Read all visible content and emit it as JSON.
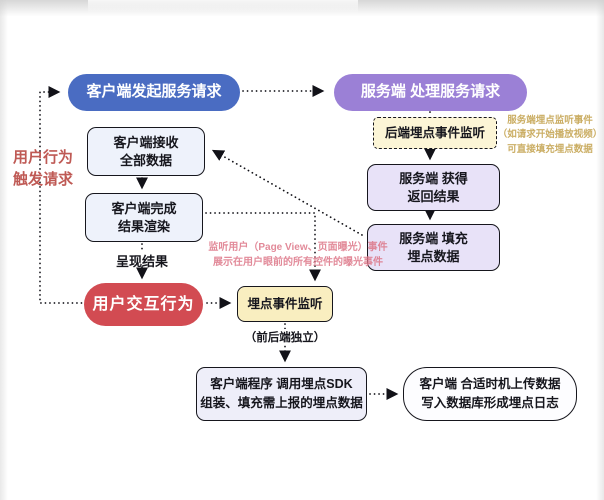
{
  "nodes": {
    "client_request": {
      "label": "客户端发起服务请求"
    },
    "server_process": {
      "label": "服务端 处理服务请求"
    },
    "backend_listener": {
      "label": "后端埋点事件监听"
    },
    "server_result": {
      "line1": "服务端 获得",
      "line2": "返回结果"
    },
    "server_fill": {
      "line1": "服务端 填充",
      "line2": "埋点数据"
    },
    "client_receive": {
      "line1": "客户端接收",
      "line2": "全部数据"
    },
    "client_render": {
      "line1": "客户端完成",
      "line2": "结果渲染"
    },
    "present_result": {
      "label": "呈现结果"
    },
    "user_interaction": {
      "label": "用户交互行为"
    },
    "event_listener": {
      "label": "埋点事件监听"
    },
    "independent_note": {
      "label": "（前后端独立）"
    },
    "sdk_box": {
      "line1_prefix": "客户端程序 调用",
      "line1_bold": "埋点SDK",
      "line2": "组装、填充需上报的埋点数据"
    },
    "upload_box": {
      "line1": "客户端 合适时机上传数据",
      "line2_prefix": "写入数据库形成",
      "line2_bold": "埋点日志"
    }
  },
  "annotations": {
    "user_trigger": {
      "line1": "用户行为",
      "line2": "触发请求"
    },
    "server_note": {
      "line1": "服务端埋点监听事件",
      "line2": "（如请求开始播放视频）",
      "line3": "可直接填充埋点数据"
    },
    "pageview_note": {
      "line1": "监听用户（Page View、页面曝光）事件",
      "line2": "展示在用户眼前的所有控件的曝光事件"
    }
  },
  "colors": {
    "blue_pill": "#4a6cc2",
    "purple_pill": "#9b80d6",
    "red_pill": "#d24b52",
    "purple_box_fill": "#e8e2f8",
    "client_box_fill": "#eef2fb",
    "sdk_box_fill": "#eeeef9",
    "upload_box_fill": "#fdfdff",
    "yellow_box_fill": "#f9eec0",
    "yellow_dashed_fill": "#fcf5d6",
    "outline": "#16161d",
    "annotation_red": "#bf5a55",
    "annotation_yellow": "#c2a04a",
    "annotation_pink": "#dd7688"
  }
}
